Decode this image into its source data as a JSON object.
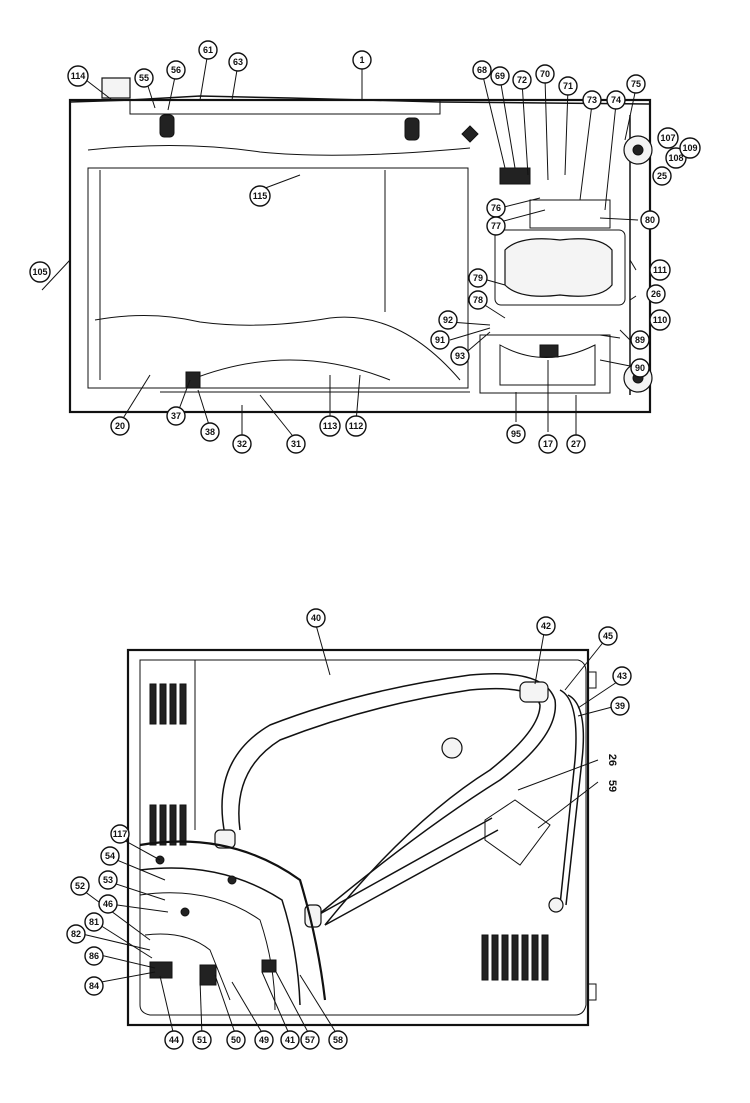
{
  "top_view": {
    "callouts": [
      "114",
      "55",
      "56",
      "61",
      "63",
      "1",
      "68",
      "69",
      "70",
      "71",
      "72",
      "73",
      "74",
      "75",
      "107",
      "108",
      "109",
      "25",
      "115",
      "76",
      "77",
      "80",
      "105",
      "79",
      "78",
      "111",
      "26",
      "92",
      "110",
      "91",
      "93",
      "89",
      "90",
      "20",
      "37",
      "38",
      "32",
      "31",
      "113",
      "112",
      "95",
      "17",
      "27"
    ]
  },
  "bottom_view": {
    "callouts": [
      "40",
      "42",
      "45",
      "43",
      "39",
      "26",
      "117",
      "54",
      "53",
      "46",
      "52",
      "82",
      "81",
      "86",
      "84",
      "44",
      "51",
      "50",
      "49",
      "41",
      "57",
      "58",
      "59"
    ]
  }
}
